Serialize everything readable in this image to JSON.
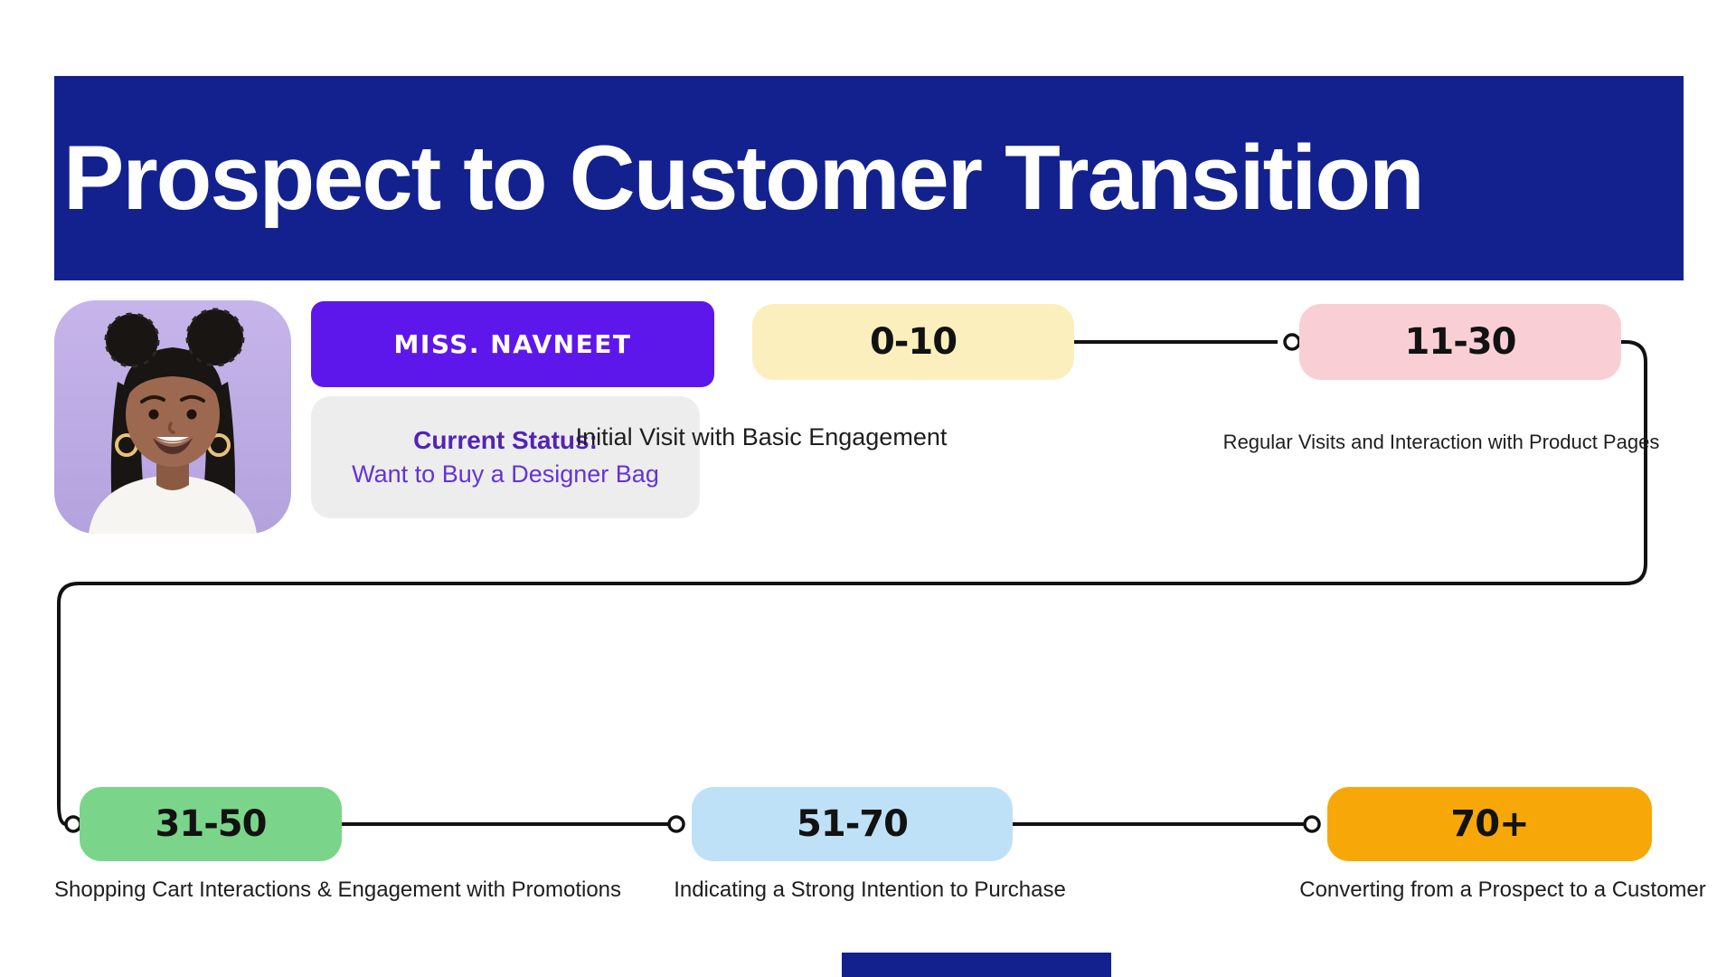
{
  "title": "Prospect to Customer Transition",
  "profile": {
    "name_badge": "MISS. NAVNEET",
    "status_label": "Current Status:",
    "status_value": "Want to Buy a Designer Bag"
  },
  "stages": [
    {
      "range": "0-10",
      "caption": "Initial Visit with Basic Engagement",
      "color": "#FAEFBD"
    },
    {
      "range": "11-30",
      "caption": "Regular Visits and Interaction with Product Pages",
      "color": "#F9CFD5"
    },
    {
      "range": "31-50",
      "caption": "Shopping Cart Interactions & Engagement with Promotions",
      "color": "#7AD58A"
    },
    {
      "range": "51-70",
      "caption": "Indicating a Strong Intention to Purchase",
      "color": "#BEE1F8"
    },
    {
      "range": "70+",
      "caption": "Converting from a Prospect to a Customer",
      "color": "#F7A808"
    }
  ],
  "colors": {
    "banner_navy": "#13218E",
    "badge_purple": "#5E17EB",
    "status_gray": "#EDEDED",
    "status_label_purple": "#5223B8",
    "status_value_purple": "#6335D2",
    "connector_black": "#121212",
    "footer_navy": "#13218E"
  }
}
